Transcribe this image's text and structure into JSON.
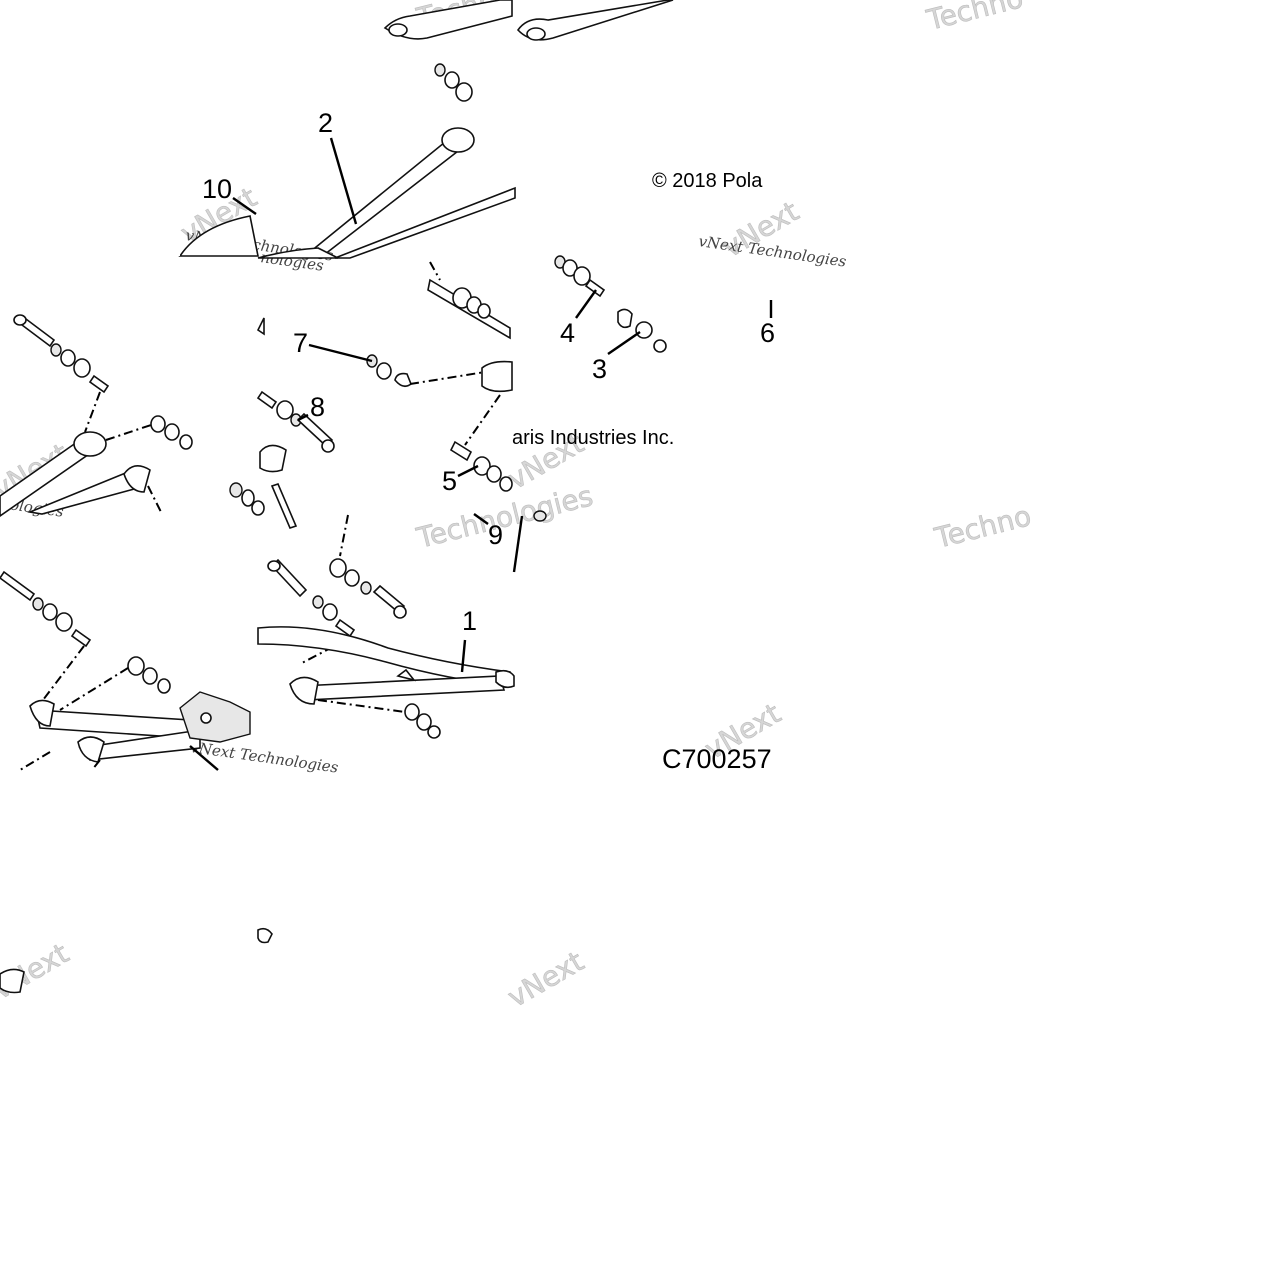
{
  "diagram": {
    "callouts": [
      {
        "label": "1"
      },
      {
        "label": "2"
      },
      {
        "label": "3"
      },
      {
        "label": "4"
      },
      {
        "label": "5"
      },
      {
        "label": "6"
      },
      {
        "label": "7"
      },
      {
        "label": "8"
      },
      {
        "label": "9"
      },
      {
        "label": "10"
      }
    ],
    "copyright_fragment_1": "© 2018 Pola",
    "copyright_fragment_2": "aris Industries Inc.",
    "diagram_code": "C700257",
    "watermarks": {
      "techno": "Techno",
      "technologies": "Technologies",
      "vnext": "vNext",
      "vnext_technologies": "vNext Technologies",
      "nologies": "nologies"
    }
  }
}
